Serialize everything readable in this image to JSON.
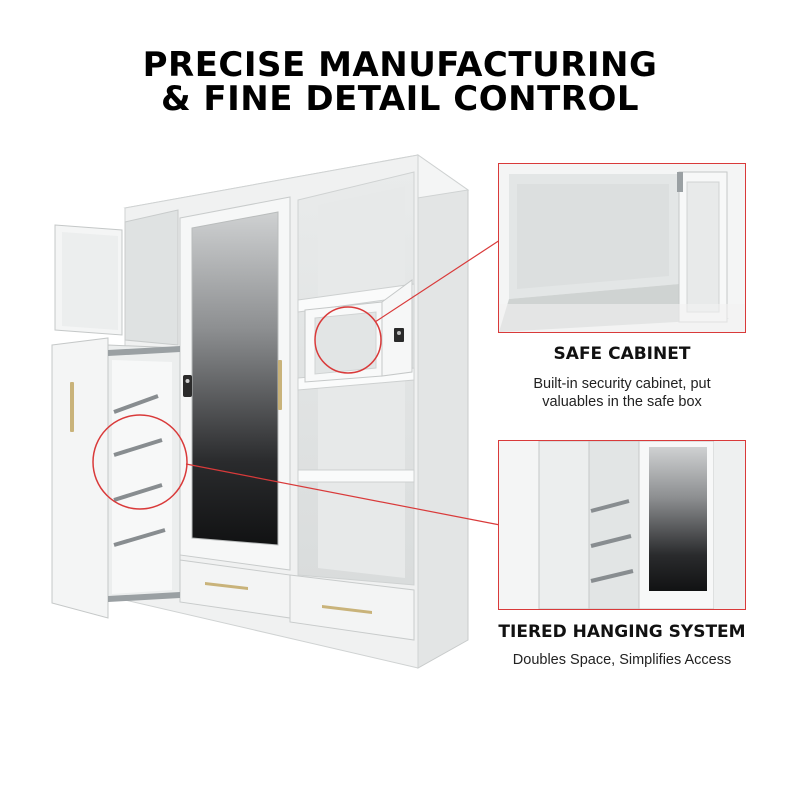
{
  "headline": {
    "line1": "PRECISE MANUFACTURING",
    "line2": "& FINE DETAIL CONTROL"
  },
  "callouts": [
    {
      "title": "SAFE CABINET",
      "description_line1": "Built-in security cabinet, put",
      "description_line2": "valuables in the safe box"
    },
    {
      "title": "TIERED HANGING SYSTEM",
      "description_line1": "Doubles Space, Simplifies Access"
    }
  ],
  "colors": {
    "accent": "#d93a3a",
    "cabinet": "#f2f3f3",
    "handle": "#c9b37a"
  }
}
